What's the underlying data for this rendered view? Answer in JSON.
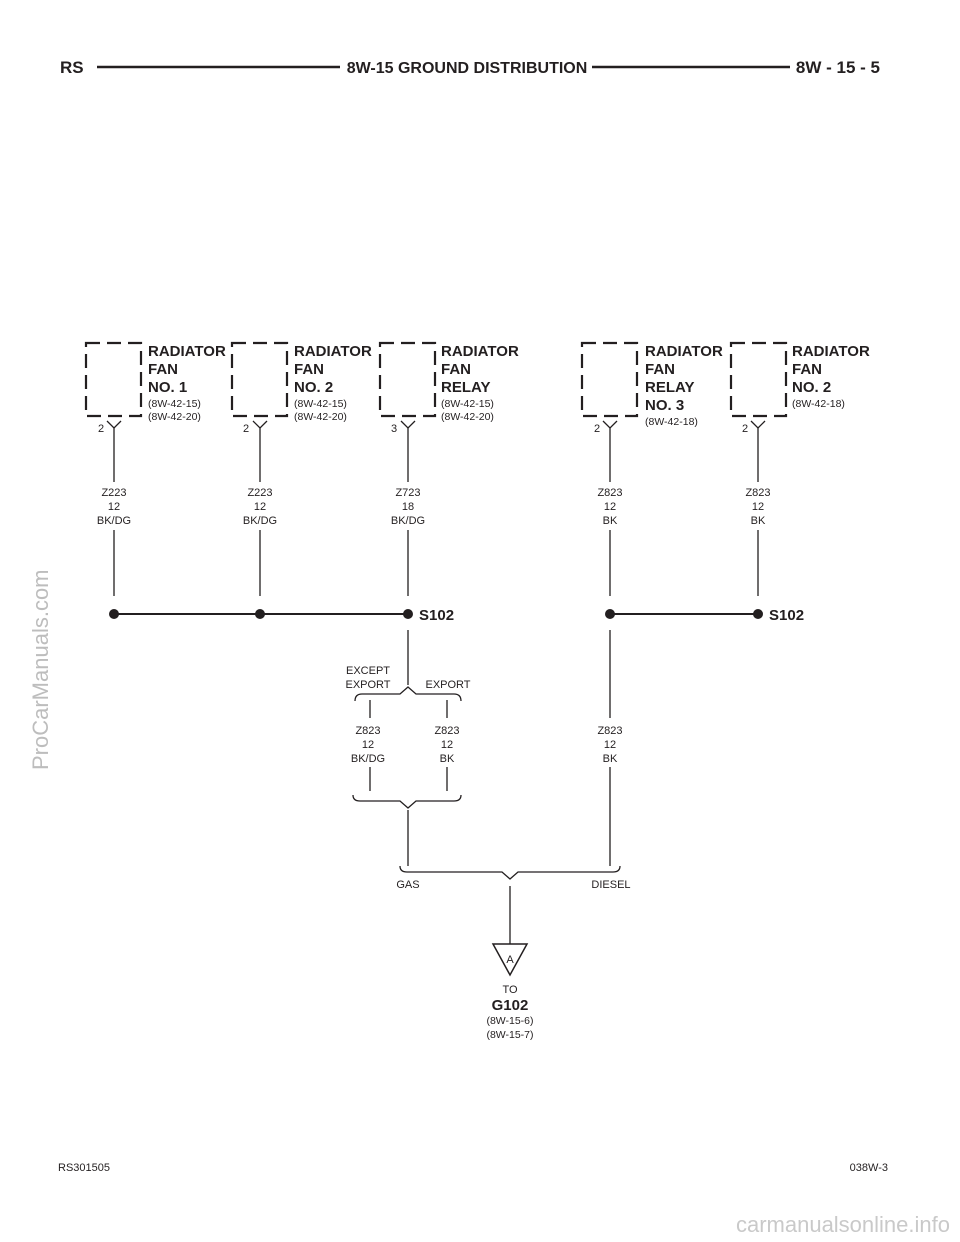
{
  "header": {
    "left": "RS",
    "title": "8W-15 GROUND DISTRIBUTION",
    "right": "8W - 15 - 5"
  },
  "components": [
    {
      "lines": [
        "RADIATOR",
        "FAN",
        "NO. 1"
      ],
      "refs": [
        "(8W-42-15)",
        "(8W-42-20)"
      ],
      "pin": "2",
      "wire": {
        "circuit": "Z223",
        "gauge": "12",
        "color": "BK/DG"
      }
    },
    {
      "lines": [
        "RADIATOR",
        "FAN",
        "NO. 2"
      ],
      "refs": [
        "(8W-42-15)",
        "(8W-42-20)"
      ],
      "pin": "2",
      "wire": {
        "circuit": "Z223",
        "gauge": "12",
        "color": "BK/DG"
      }
    },
    {
      "lines": [
        "RADIATOR",
        "FAN",
        "RELAY"
      ],
      "refs": [
        "(8W-42-15)",
        "(8W-42-20)"
      ],
      "pin": "3",
      "wire": {
        "circuit": "Z723",
        "gauge": "18",
        "color": "BK/DG"
      }
    },
    {
      "lines": [
        "RADIATOR",
        "FAN",
        "RELAY",
        "NO. 3"
      ],
      "refs": [
        "(8W-42-18)"
      ],
      "pin": "2",
      "wire": {
        "circuit": "Z823",
        "gauge": "12",
        "color": "BK"
      }
    },
    {
      "lines": [
        "RADIATOR",
        "FAN",
        "NO. 2"
      ],
      "refs": [
        "(8W-42-18)"
      ],
      "pin": "2",
      "wire": {
        "circuit": "Z823",
        "gauge": "12",
        "color": "BK"
      }
    }
  ],
  "splices": [
    "S102",
    "S102"
  ],
  "options": {
    "except_export": [
      "EXCEPT",
      "EXPORT"
    ],
    "export": "EXPORT",
    "gas": "GAS",
    "diesel": "DIESEL"
  },
  "lower_wires": [
    {
      "circuit": "Z823",
      "gauge": "12",
      "color": "BK/DG"
    },
    {
      "circuit": "Z823",
      "gauge": "12",
      "color": "BK"
    },
    {
      "circuit": "Z823",
      "gauge": "12",
      "color": "BK"
    }
  ],
  "ground": {
    "connector": "A",
    "to": "TO",
    "name": "G102",
    "refs": [
      "(8W-15-6)",
      "(8W-15-7)"
    ]
  },
  "footer": {
    "left": "RS301505",
    "right": "038W-3"
  },
  "watermarks": {
    "vertical": "ProCarManuals.com",
    "bottom": "carmanualsonline.info"
  }
}
